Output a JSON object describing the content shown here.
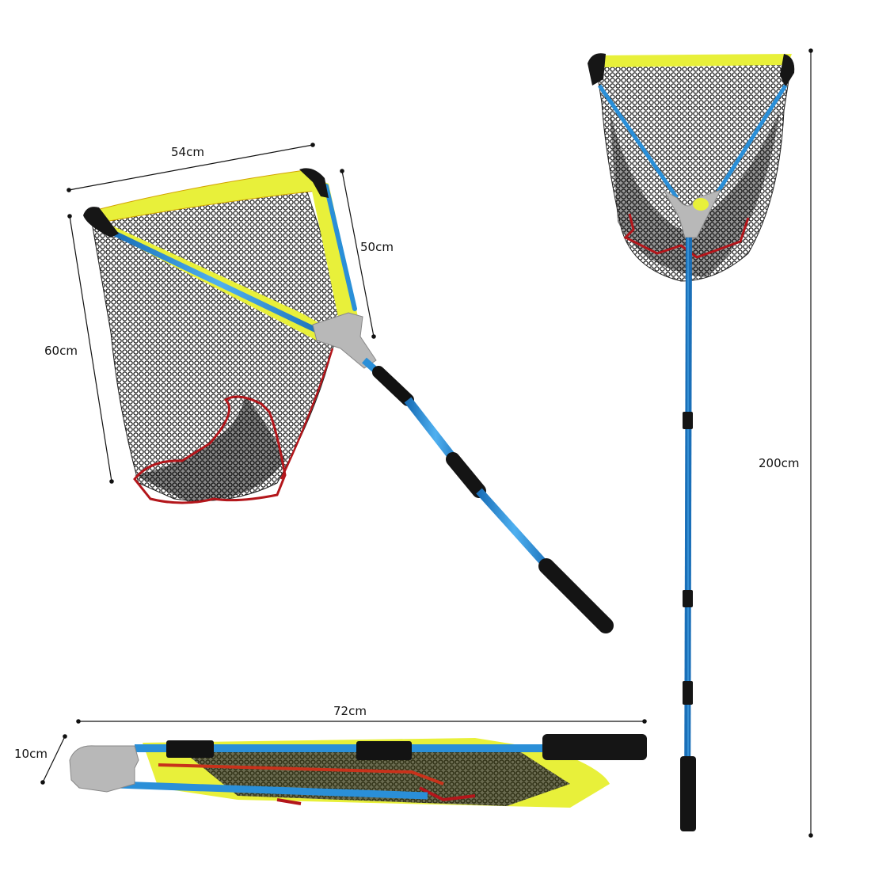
{
  "figure": {
    "subject": "Folding telescopic fishing landing net",
    "views": [
      {
        "id": "open-angled",
        "description": "Net head open, pole partially extended, angled view"
      },
      {
        "id": "extended-vertical",
        "description": "Net fully extended, vertical view"
      },
      {
        "id": "folded",
        "description": "Net folded and collapsed"
      }
    ]
  },
  "dimensions": {
    "head_width": "54cm",
    "head_depth": "50cm",
    "net_depth": "60cm",
    "extended_length": "200cm",
    "folded_length": "72cm",
    "folded_thickness": "10cm"
  },
  "colors": {
    "frame_foam": "#e8f03a",
    "pole": "#2a8fd8",
    "net": "#1e1e1e",
    "net_trim": "#b3161b",
    "grip": "#111111",
    "yoke": "#b8b8b8",
    "dimension_line": "#111111"
  }
}
